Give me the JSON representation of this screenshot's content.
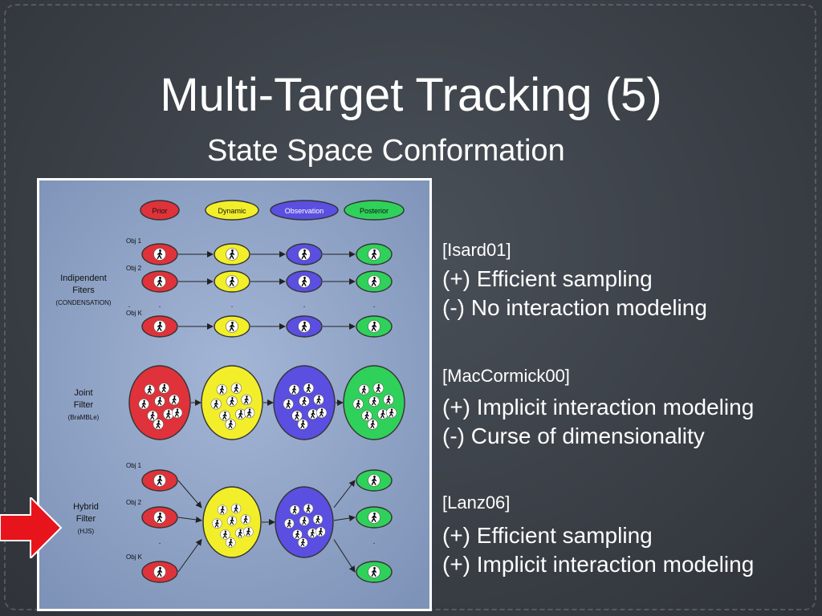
{
  "slide": {
    "title": "Multi-Target Tracking (5)",
    "subtitle": "State Space Conformation"
  },
  "figure": {
    "header_pills": [
      "Prior",
      "Dynamic",
      "Observation",
      "Posterior"
    ],
    "colors": {
      "prior": "#e0323a",
      "dynamic": "#f2ee2a",
      "observation": "#5a4fe0",
      "posterior": "#2fd15a",
      "panel_bg": "#8fa3c6"
    },
    "independent": {
      "label_line1": "Indipendent",
      "label_line2": "Fiters",
      "label_line3": "(CONDENSATION)",
      "rows": [
        "Obj 1",
        "Obj 2",
        "Obj K"
      ]
    },
    "joint": {
      "label_line1": "Joint",
      "label_line2": "Filter",
      "label_line3": "(BraMBLe)"
    },
    "hybrid": {
      "label_line1": "Hybrid",
      "label_line2": "Filter",
      "label_line3": "(HJS)",
      "rows": [
        "Obj 1",
        "Obj 2",
        "Obj K"
      ]
    },
    "icon": "pedestrian-icon"
  },
  "references": [
    {
      "citation": "[Isard01]",
      "lines": [
        "(+) Efficient sampling",
        "(-) No interaction modeling"
      ]
    },
    {
      "citation": "[MacCormick00]",
      "lines": [
        "(+) Implicit interaction modeling",
        "(-) Curse of dimensionality"
      ]
    },
    {
      "citation": "[Lanz06]",
      "lines": [
        "(+) Efficient sampling",
        "(+) Implicit interaction modeling"
      ]
    }
  ],
  "pointer": {
    "icon": "red-arrow-icon",
    "color": "#e8141b"
  }
}
